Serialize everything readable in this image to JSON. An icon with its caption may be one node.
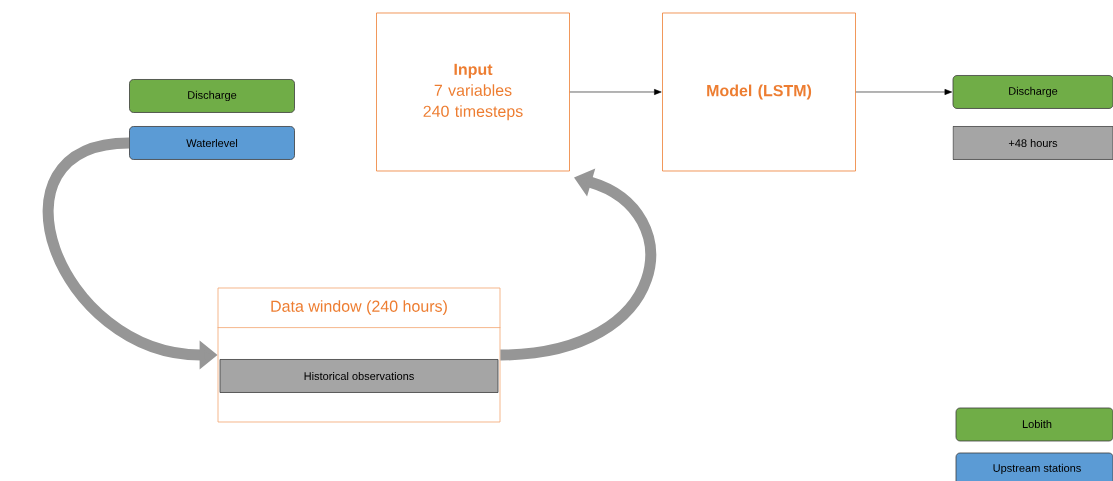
{
  "diagram": {
    "nodes": [
      {
        "text": [
          "Discharge"
        ]
      },
      {
        "text": [
          "Waterlevel"
        ]
      },
      {
        "text": [
          "Input",
          "7 variables 240 timesteps"
        ]
      },
      {
        "text": [
          "Model (LSTM)"
        ]
      },
      {
        "text": [
          "Discharge"
        ]
      },
      {
        "text": [
          "+48 hours"
        ]
      },
      {
        "text": [
          "Data window (240 hours)"
        ]
      },
      {
        "text": [
          "Historical observations"
        ],
        "in": 6
      }
    ],
    "edges": [
      {
        "from": 1,
        "to": 6,
        "arrow": "to",
        "style": "thick"
      },
      {
        "from": 6,
        "to": 2,
        "arrow": "to",
        "style": "thick"
      },
      {
        "from": 2,
        "to": 3,
        "arrow": "to",
        "color": "#000000"
      },
      {
        "from": 3,
        "to": 4,
        "arrow": "to",
        "color": "#000000"
      }
    ],
    "legend": [
      {
        "text": "Lobith",
        "color": "#70ad47"
      },
      {
        "text": "Upstream stations",
        "color": "#5b9bd5"
      }
    ]
  }
}
